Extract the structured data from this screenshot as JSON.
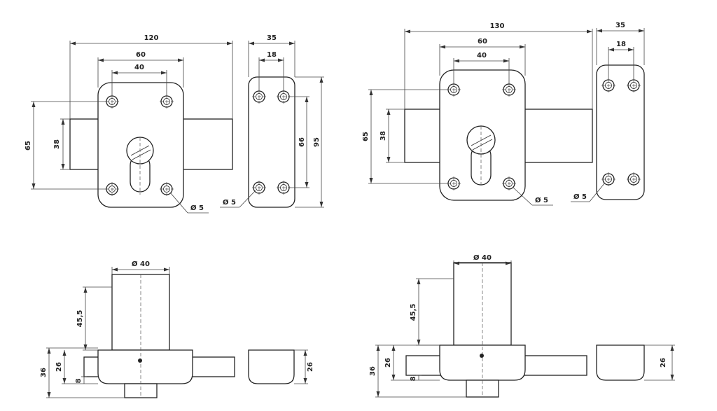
{
  "left_drawing": {
    "front": {
      "width": "120",
      "plate_width": "60",
      "hole_spacing": "40",
      "height": "65",
      "bolt_height": "38",
      "hole_diameter": "Ø 5"
    },
    "side": {
      "width": "35",
      "hole_spacing": "18",
      "hole_height": "66",
      "height": "95",
      "hole_diameter": "Ø 5"
    },
    "top": {
      "cylinder_diameter": "Ø 40",
      "cylinder_projection": "45,5",
      "total_depth": "36",
      "body_depth": "26",
      "bolt_offset": "8"
    },
    "keeper_top": {
      "depth": "26"
    }
  },
  "right_drawing": {
    "front": {
      "width": "130",
      "plate_width": "60",
      "hole_spacing": "40",
      "height": "65",
      "bolt_height": "38",
      "hole_diameter": "Ø 5"
    },
    "side": {
      "width": "35",
      "hole_spacing": "18",
      "hole_diameter": "Ø 5"
    },
    "top": {
      "cylinder_diameter": "Ø 40",
      "cylinder_projection": "45,5",
      "total_depth": "36",
      "body_depth": "26",
      "bolt_offset": "8"
    },
    "keeper_top": {
      "depth": "26"
    }
  }
}
